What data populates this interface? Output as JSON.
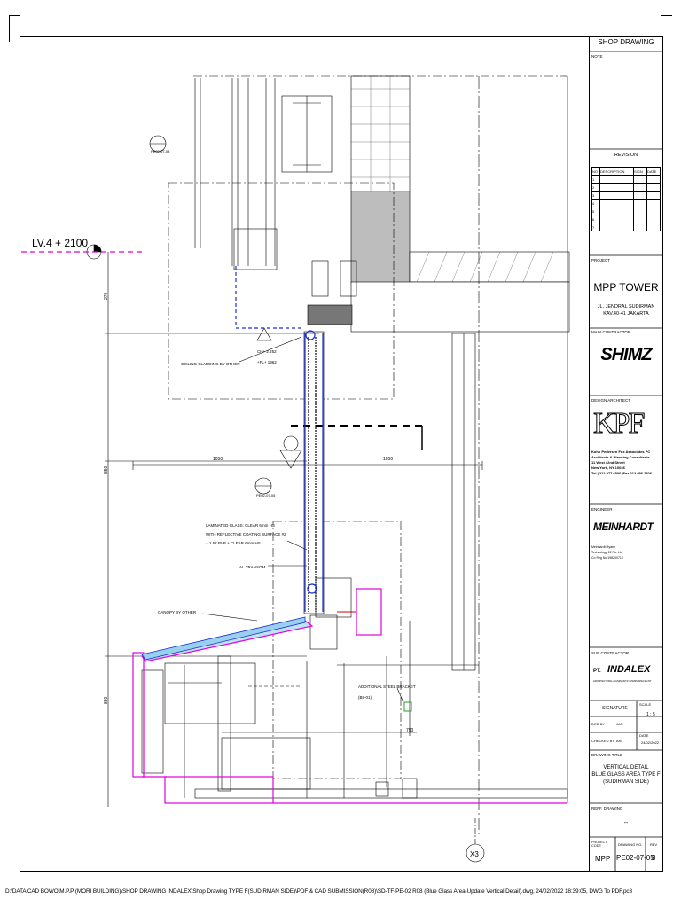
{
  "title_block": {
    "header": "SHOP DRAWING",
    "note_label": "NOTE",
    "revision_label": "REVISION",
    "revision_columns": [
      "NO",
      "DESCRIPTION",
      "SIGN",
      "DATE"
    ],
    "revision_rows": [
      "1",
      "2",
      "3",
      "4",
      "5",
      "6",
      "7"
    ],
    "project_label": "PROJECT",
    "project_name": "MPP TOWER",
    "project_address_1": "JL. JENDRAL SUDIRMAN",
    "project_address_2": "KAV.40-41 JAKARTA",
    "main_contractor_label": "MAIN CONTRACTOR",
    "main_contractor_logo": "SHIMZ",
    "design_architect_label": "DESIGN ARCHITECT",
    "architect_logo": "KPF",
    "architect_text_1": "Kohn Pedersen Fox Associates PC",
    "architect_text_2": "Architects & Planning Consultants",
    "architect_text_3": "11 West 42nd Street",
    "architect_text_4": "New York, NY 10036",
    "architect_text_5": "Tel | 212 977 6500  |Fax 212 956 2526",
    "engineer_label": "ENGINEER",
    "engineer_logo": "MEINHARDT",
    "engineer_text_1": "Meinhardt Myanh",
    "engineer_text_2": "Technology 22 Pte Ltd",
    "engineer_text_3": "Co Reg No 19820071K",
    "sub_contractor_label": "SUB CONTRACTOR",
    "sub_contractor_prefix": "PT.",
    "sub_contractor_logo": "INDALEX",
    "sub_contractor_tagline": "ARCHITECTURAL ALUMINIUM SYSTEMS SPECIALIST",
    "signature_label": "SIGNATURE",
    "scale_label": "SCALE",
    "scale_value": "1 : 5",
    "drawn_by_label": "DRD BY",
    "drawn_by_value": "JAN",
    "checked_by_label": "CHECKED BY",
    "checked_by_value": "ARI",
    "date_label": "DATE",
    "date_value": "24/02/2022",
    "drawing_title_label": "DRAWING TITLE",
    "drawing_title_1": "VERTICAL DETAIL",
    "drawing_title_2": "BLUE GLASS AREA TYPE F",
    "drawing_title_3": "(SUDIRMAN SIDE)",
    "ref_drawing_label": "REFF. DRAWING",
    "ref_drawing_value": "--",
    "project_code_label": "PROJECT CODE",
    "project_code_value": "MPP",
    "drawing_no_label": "DRAWING NO.",
    "drawing_no_value": "PE02-07-05",
    "rev_label": "REV",
    "rev_value": "8"
  },
  "drawing": {
    "level_label": "LV.4 + 2100",
    "dim_270": "270",
    "dim_850": "850",
    "dim_880": "880",
    "dim_1050_left": "1050",
    "dim_1050_right": "1050",
    "dim_790": "790",
    "ref_tag_1": "PE02-07-03",
    "ref_tag_2": "PE02-07-05",
    "ceiling_label": "CEILING CLADDING BY OTHER",
    "ceiling_level_1": "CH+ 2.252",
    "ceiling_level_2": "+FL+ 1962",
    "glass_note_1": "LAMINATED GLASS: CLEAR 6mm HS",
    "glass_note_2": "WITH REFLECTIVE COATING SURFACE #2",
    "glass_note_3": "+ 1.52 PVB + CLEAR 6mm HS",
    "transom_label": "AL.TRANSOM",
    "canopy_label": "CANOPY BY OTHER",
    "bracket_note_1": "ADDITIONAL STEEL BRACKET",
    "bracket_note_2": "(B8-01)",
    "grid_label": "X3"
  },
  "footer_path": "D:\\DATA CAD BOWO\\M.P.P (MORI BUILDING)\\SHOP DRAWING INDALEX\\Shop Drawing TYPE F(SUDIRMAN SIDE)\\PDF & CAD SUBMISSION(R08)\\SD-TF-PE-02 R08 (Blue Glass Area-Update Vertical Detail).dwg, 24/02/2022 18:39:05, DWG To PDF.pc3",
  "colors": {
    "magenta": "#e000e0",
    "blue": "#1a2fd6",
    "grey_fill": "#b8b8b8",
    "glass_blue": "#9ad0ef"
  }
}
